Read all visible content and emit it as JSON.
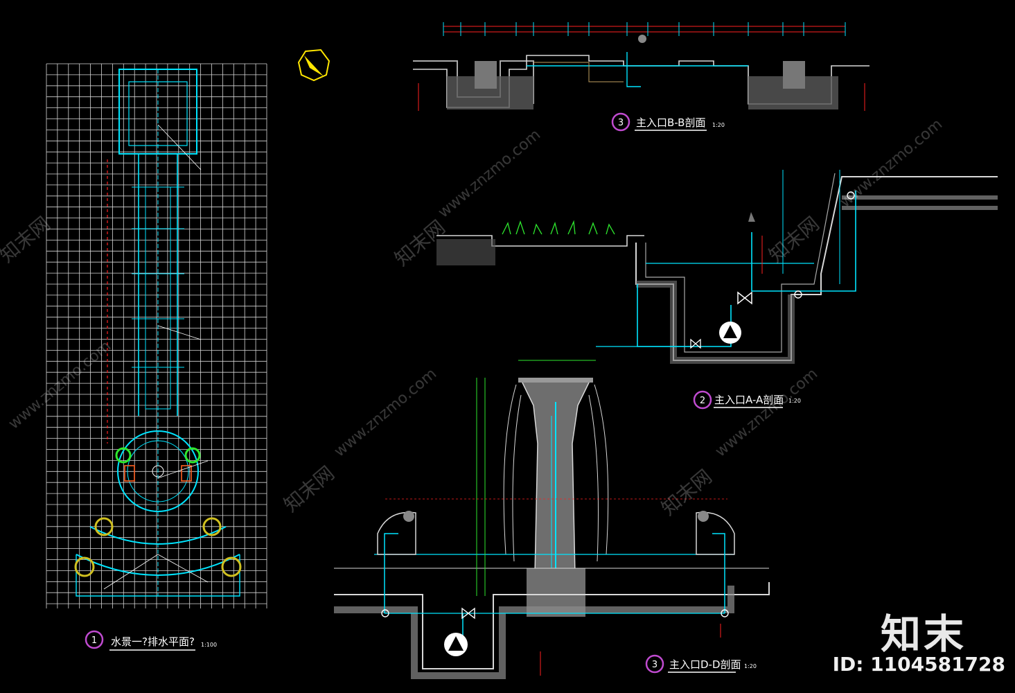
{
  "colors": {
    "background": "#000000",
    "grid": "#ffffff",
    "water_pipe": "#00e5ff",
    "dimension": "#ff2020",
    "leader": "#ffffff",
    "label_green": "#2ee82e",
    "yellow": "#ffe600",
    "concrete": "#8a8a8a",
    "title_circle": "#c04bd0"
  },
  "drawings": {
    "plan": {
      "number": "1",
      "title": "水景一?排水平面?",
      "scale": "1:100"
    },
    "section_bb": {
      "number": "3",
      "title": "主入口B-B剖面",
      "scale": "1:20"
    },
    "section_aa": {
      "number": "2",
      "title": "主入口A-A剖面",
      "scale": "1:20"
    },
    "section_dd": {
      "number": "3",
      "title": "主入口D-D剖面",
      "scale": "1:20"
    }
  },
  "watermarks": {
    "site_cn": "知末网",
    "site_url": "www.znzmo.com"
  },
  "branding": {
    "logo_text": "知末",
    "id_text": "ID: 1104581728"
  },
  "icons": {
    "north_arrow": "north-arrow-icon",
    "pump": "pump-triangle-icon",
    "valve": "valve-icon"
  }
}
